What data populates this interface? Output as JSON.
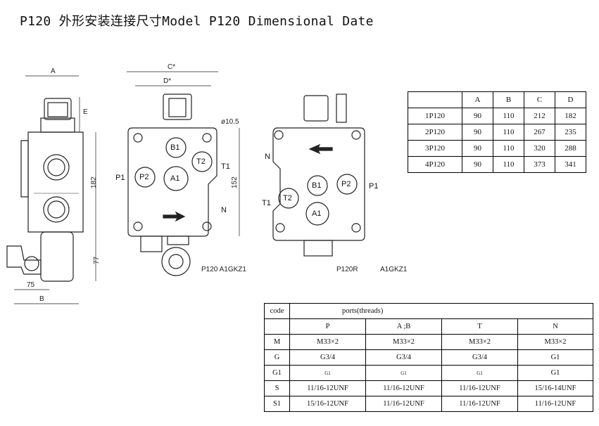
{
  "title": "P120 外形安装连接尺寸Model P120 Dimensional Date",
  "drawing_labels": {
    "A": "A",
    "B": "B",
    "C": "C*",
    "D": "D*",
    "E": "E",
    "d182": "182",
    "d77": "77",
    "d75": "75",
    "d152": "152",
    "d105": "ø10.5",
    "P1": "P1",
    "T1": "T1",
    "N": "N",
    "P2": "P2",
    "A1": "A1",
    "B1": "B1",
    "T2": "T2",
    "caption_front": "P120 A1GKZ1",
    "caption_rear_1": "P120R",
    "caption_rear_2": "A1GKZ1"
  },
  "dim_table": {
    "headers": [
      "",
      "A",
      "B",
      "C",
      "D"
    ],
    "rows": [
      [
        "1P120",
        "90",
        "110",
        "212",
        "182"
      ],
      [
        "2P120",
        "90",
        "110",
        "267",
        "235"
      ],
      [
        "3P120",
        "90",
        "110",
        "320",
        "288"
      ],
      [
        "4P120",
        "90",
        "110",
        "373",
        "341"
      ]
    ]
  },
  "ports_table": {
    "code_label": "code",
    "ports_label": "ports(threads)",
    "port_headers": [
      "P",
      "A ;B",
      "T",
      "N"
    ],
    "rows": [
      [
        "M",
        "M33×2",
        "M33×2",
        "M33×2",
        "M33×2"
      ],
      [
        "G",
        "G3/4",
        "G3/4",
        "G3/4",
        "G1"
      ],
      [
        "G1",
        "G1",
        "G1",
        "G1",
        "G1"
      ],
      [
        "S",
        "11/16-12UNF",
        "11/16-12UNF",
        "11/16-12UNF",
        "15/16-14UNF"
      ],
      [
        "S1",
        "15/16-12UNF",
        "11/16-12UNF",
        "11/16-12UNF",
        "11/16-12UNF"
      ]
    ]
  }
}
